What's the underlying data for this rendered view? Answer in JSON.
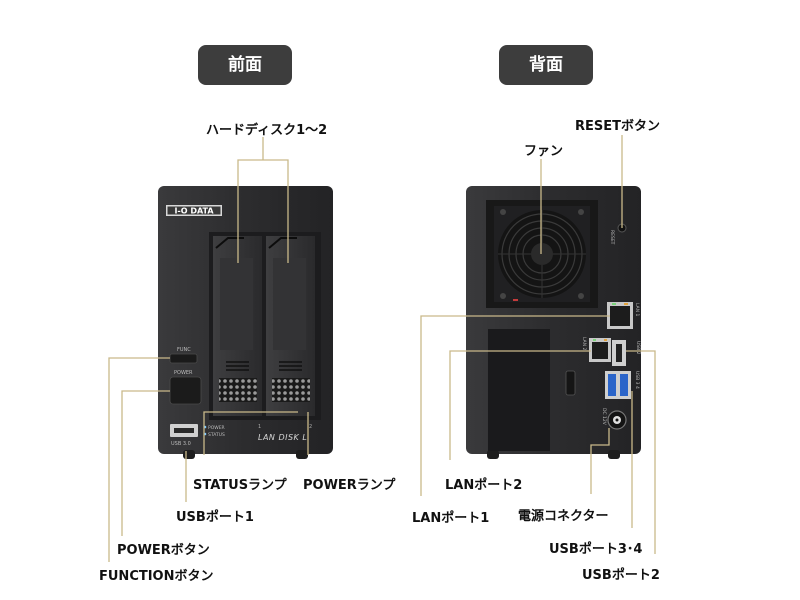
{
  "headings": {
    "front": "前面",
    "back": "背面"
  },
  "front_labels": {
    "hdd": "ハードディスク1～2",
    "status_lamp": "STATUSランプ",
    "power_lamp": "POWERランプ",
    "usb_port1": "USBポート1",
    "power_button": "POWERボタン",
    "function_button": "FUNCTIONボタン"
  },
  "back_labels": {
    "reset_button": "RESETボタン",
    "fan": "ファン",
    "lan_port2": "LANポート2",
    "lan_port1": "LANポート1",
    "power_connector": "電源コネクター",
    "usb_port34": "USBポート3･4",
    "usb_port2": "USBポート2"
  },
  "device_text": {
    "brand": "I-O DATA",
    "model": "LAN DISK L",
    "func": "FUNC",
    "power": "POWER",
    "power_led": "POWER",
    "status_led": "STATUS",
    "usb_front": "USB 3.0",
    "bay1": "1",
    "bay2": "2",
    "reset": "RESET",
    "lan1": "LAN 1",
    "lan2": "LAN 2",
    "usb2": "USB 2",
    "usb34": "USB 3 4",
    "dc": "DC 12V"
  },
  "colors": {
    "leader": "#c9b98a",
    "chassis": "#2f2f31",
    "pill": "#3d3d3d"
  }
}
